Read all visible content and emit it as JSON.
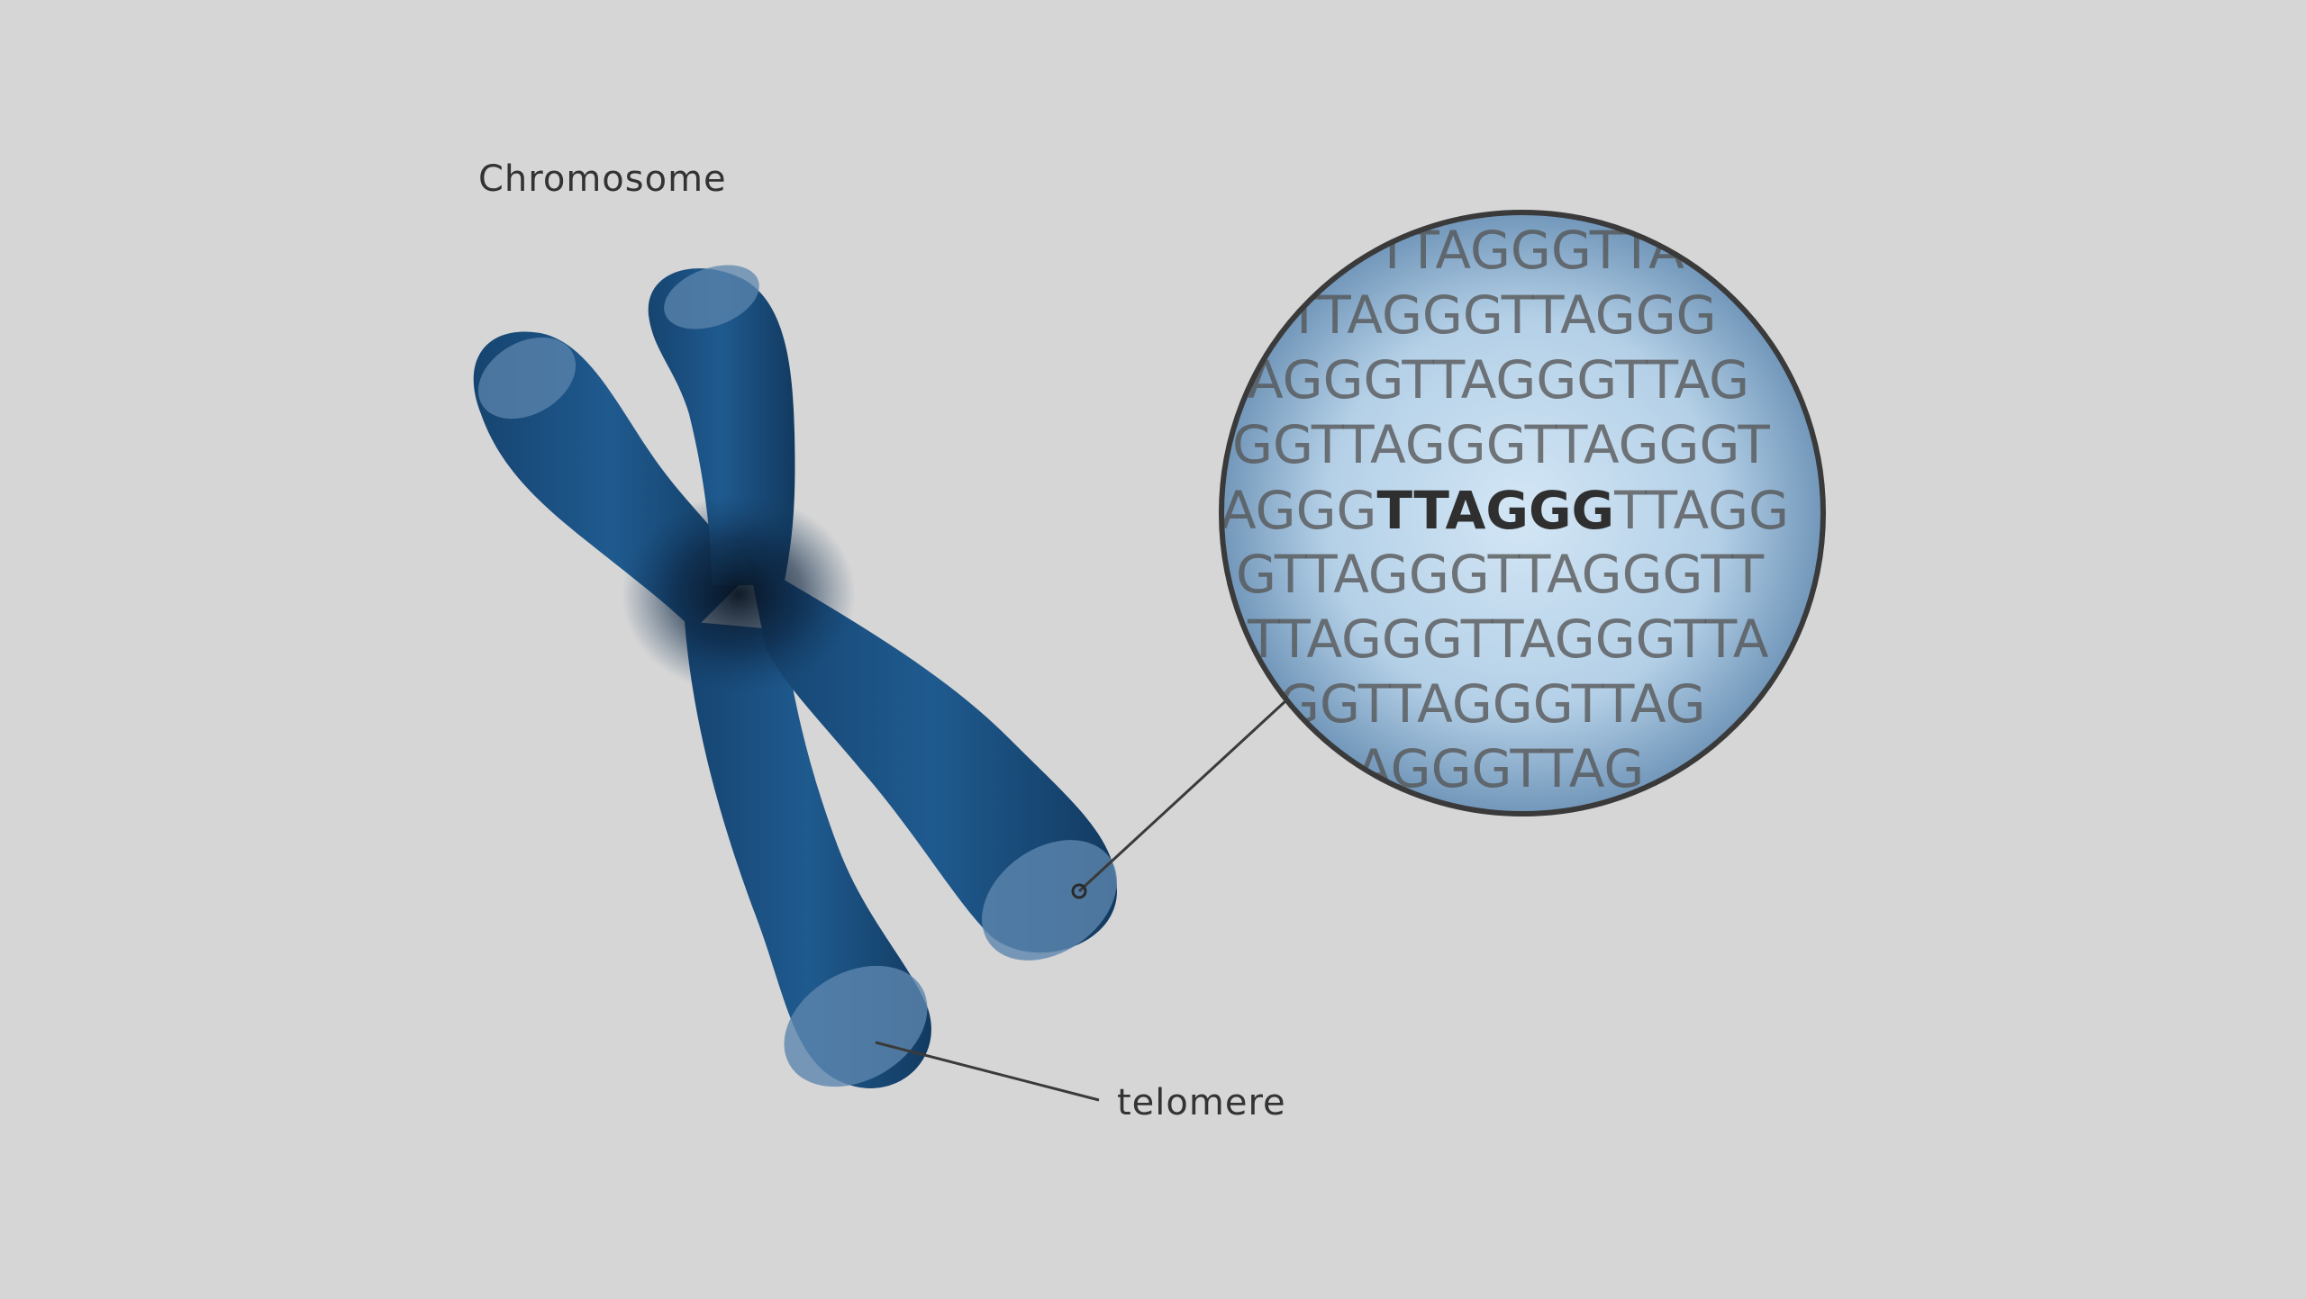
{
  "diagram": {
    "title": "Chromosome",
    "callout_label": "telomere",
    "sequence_lines": [
      "TTAGGGTTAG",
      "TTAGGGTTAGGG",
      "AGGGTTAGGGTTAG",
      "GGTTAGGGTTAGGGT",
      "AGGG",
      "TTAGGG",
      "TTAGG",
      "GTTAGGGTTAGGGTT",
      "TTAGGGTTAGGGTTA",
      "GGTTAGGGTTAG",
      "AGGGTTAG"
    ],
    "colors": {
      "background": "#d6d6d6",
      "chromosome": "#1b4f80",
      "chromosome_dark": "#0a1d30",
      "lens_center": "#c4dcef",
      "lens_edge": "#7fa3c4",
      "lens_border": "#3a3a3a",
      "text": "#333333"
    }
  }
}
